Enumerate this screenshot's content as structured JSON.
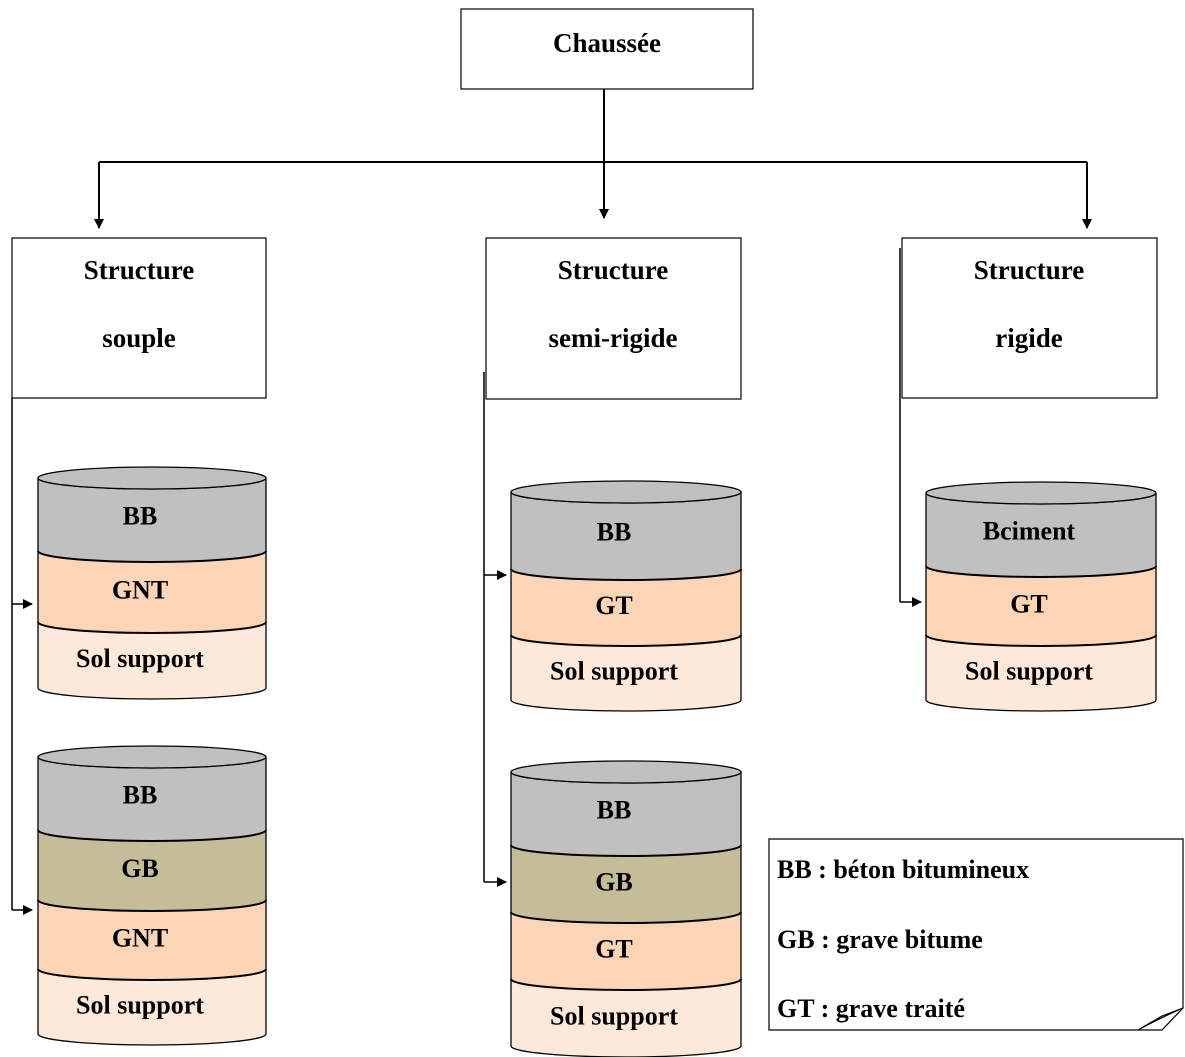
{
  "root": {
    "label": "Chaussée"
  },
  "categories": [
    {
      "line1": "Structure",
      "line2": "souple"
    },
    {
      "line1": "Structure",
      "line2": "semi-rigide"
    },
    {
      "line1": "Structure",
      "line2": "rigide"
    }
  ],
  "stacks": [
    {
      "category": 0,
      "layers": [
        "BB",
        "GNT",
        "Sol support"
      ]
    },
    {
      "category": 0,
      "layers": [
        "BB",
        "GB",
        "GNT",
        "Sol support"
      ]
    },
    {
      "category": 1,
      "layers": [
        "BB",
        "GT",
        "Sol support"
      ]
    },
    {
      "category": 1,
      "layers": [
        "BB",
        "GB",
        "GT",
        "Sol support"
      ]
    },
    {
      "category": 2,
      "layers": [
        "Bciment",
        "GT",
        "Sol support"
      ]
    }
  ],
  "layer_colors": {
    "BB": "#c0c0c0",
    "Bciment": "#c0c0c0",
    "GNT": "#fbd5b5",
    "GT": "#fbd5b5",
    "GB": "#c4bd97",
    "Sol support": "#fde9d9"
  },
  "legend": {
    "items": [
      "BB : béton bitumineux",
      "GB : grave bitume",
      "GT : grave traité"
    ]
  }
}
